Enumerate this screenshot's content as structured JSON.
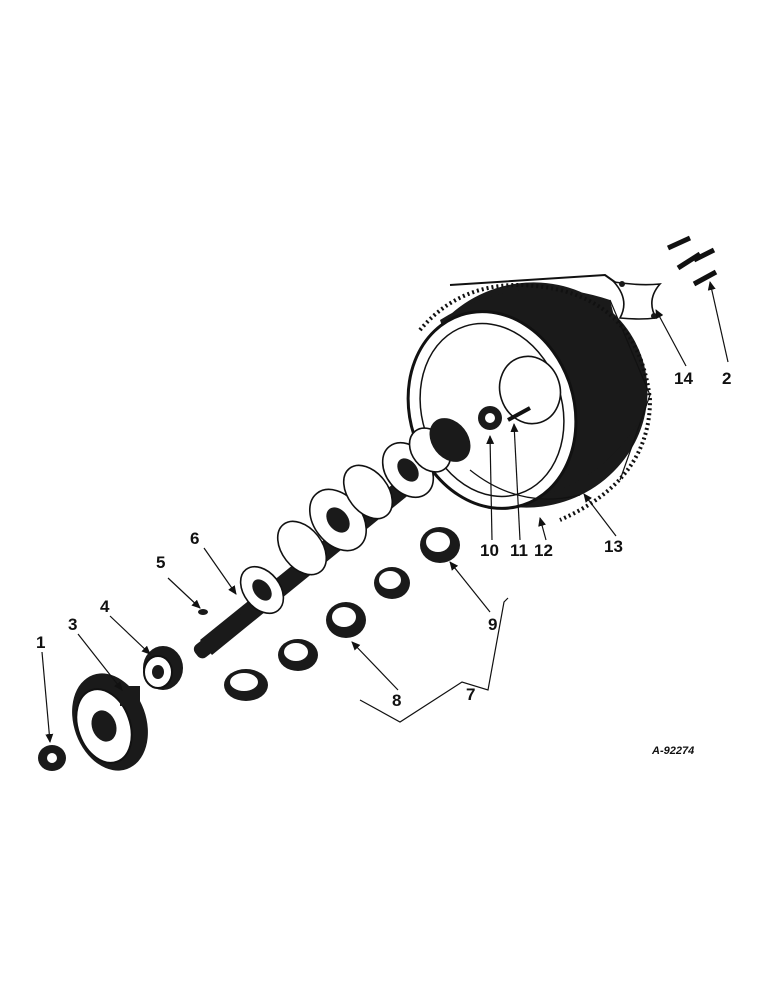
{
  "drawing_code": "A-92274",
  "callouts": {
    "c1": "1",
    "c2": "2",
    "c3": "3",
    "c4": "4",
    "c5": "5",
    "c6": "6",
    "c7": "7",
    "c8": "8",
    "c9": "9",
    "c10": "10",
    "c11": "11",
    "c12": "12",
    "c13": "13",
    "c14": "14"
  },
  "colors": {
    "ink": "#111111",
    "paper": "#ffffff"
  }
}
